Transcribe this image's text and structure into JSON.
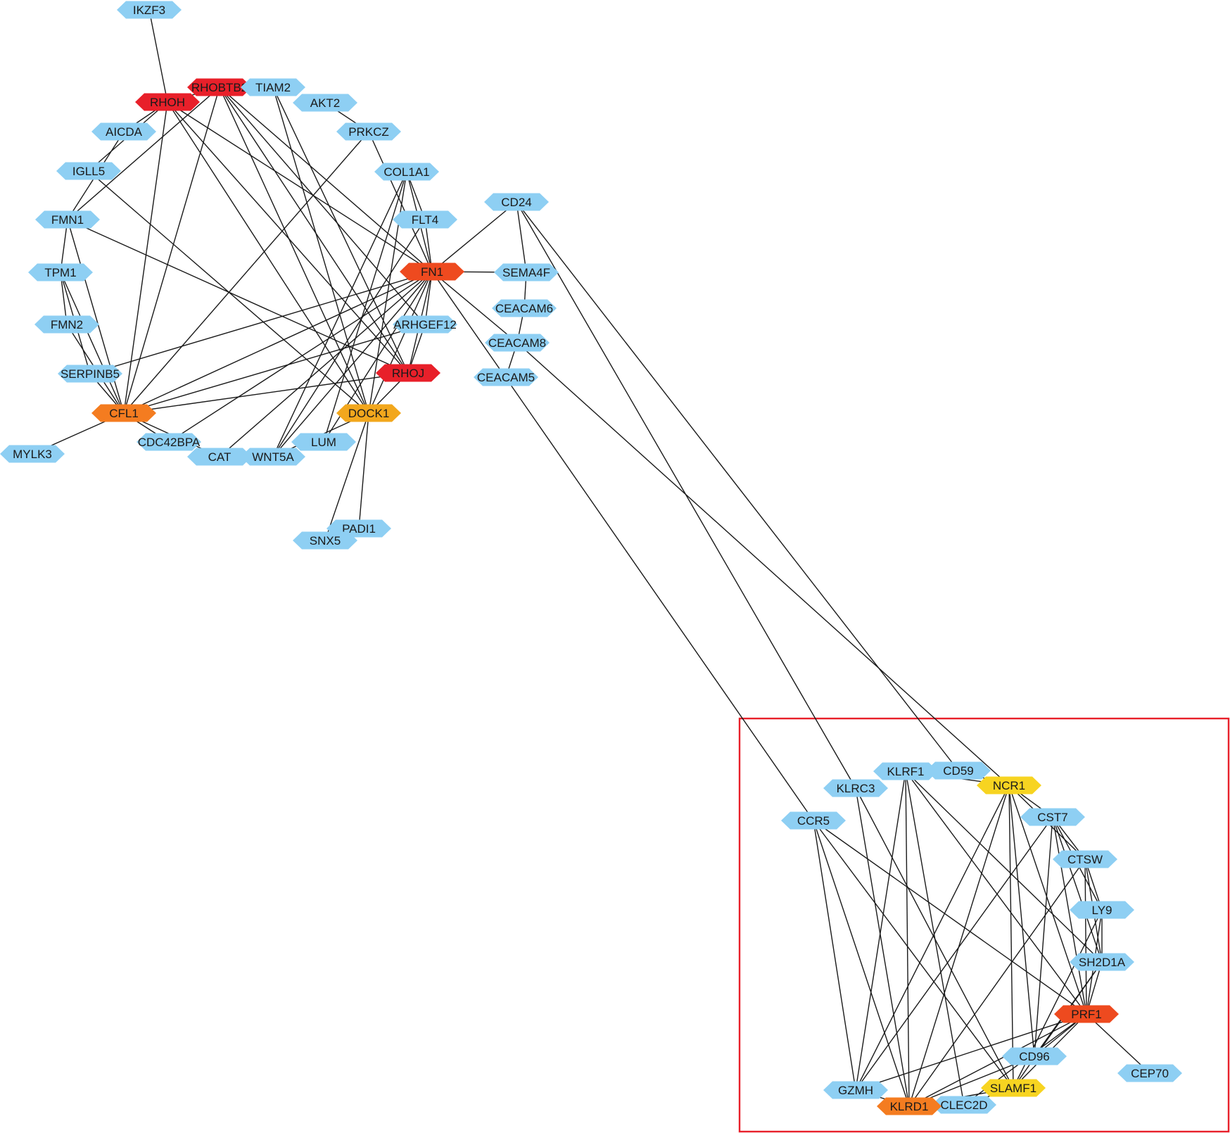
{
  "colors": {
    "default": "#8ecff3",
    "red": "#e8202a",
    "red-orange": "#ee4a1f",
    "orange": "#f47c20",
    "amber": "#f2a71d",
    "yellow": "#f7d421",
    "edge": "#1a1a1a",
    "box": "#e8202a"
  },
  "nodes": [
    {
      "id": "IKZF3",
      "label": "IKZF3",
      "color": "default"
    },
    {
      "id": "RHOH",
      "label": "RHOH",
      "color": "red"
    },
    {
      "id": "RHOBTB2",
      "label": "RHOBTB2",
      "color": "red"
    },
    {
      "id": "TIAM2",
      "label": "TIAM2",
      "color": "default"
    },
    {
      "id": "AKT2",
      "label": "AKT2",
      "color": "default"
    },
    {
      "id": "AICDA",
      "label": "AICDA",
      "color": "default"
    },
    {
      "id": "PRKCZ",
      "label": "PRKCZ",
      "color": "default"
    },
    {
      "id": "IGLL5",
      "label": "IGLL5",
      "color": "default"
    },
    {
      "id": "COL1A1",
      "label": "COL1A1",
      "color": "default"
    },
    {
      "id": "CD24",
      "label": "CD24",
      "color": "default"
    },
    {
      "id": "FMN1",
      "label": "FMN1",
      "color": "default"
    },
    {
      "id": "FLT4",
      "label": "FLT4",
      "color": "default"
    },
    {
      "id": "FN1",
      "label": "FN1",
      "color": "red-orange"
    },
    {
      "id": "SEMA4F",
      "label": "SEMA4F",
      "color": "default"
    },
    {
      "id": "TPM1",
      "label": "TPM1",
      "color": "default"
    },
    {
      "id": "CEACAM6",
      "label": "CEACAM6",
      "color": "default"
    },
    {
      "id": "FMN2",
      "label": "FMN2",
      "color": "default"
    },
    {
      "id": "ARHGEF12",
      "label": "ARHGEF12",
      "color": "default"
    },
    {
      "id": "CEACAM8",
      "label": "CEACAM8",
      "color": "default"
    },
    {
      "id": "SERPINB5",
      "label": "SERPINB5",
      "color": "default"
    },
    {
      "id": "RHOJ",
      "label": "RHOJ",
      "color": "red"
    },
    {
      "id": "CEACAM5",
      "label": "CEACAM5",
      "color": "default"
    },
    {
      "id": "CFL1",
      "label": "CFL1",
      "color": "orange"
    },
    {
      "id": "DOCK1",
      "label": "DOCK1",
      "color": "amber"
    },
    {
      "id": "CDC42BPA",
      "label": "CDC42BPA",
      "color": "default"
    },
    {
      "id": "LUM",
      "label": "LUM",
      "color": "default"
    },
    {
      "id": "MYLK3",
      "label": "MYLK3",
      "color": "default"
    },
    {
      "id": "CAT",
      "label": "CAT",
      "color": "default"
    },
    {
      "id": "WNT5A",
      "label": "WNT5A",
      "color": "default"
    },
    {
      "id": "PADI1",
      "label": "PADI1",
      "color": "default"
    },
    {
      "id": "SNX5",
      "label": "SNX5",
      "color": "default"
    },
    {
      "id": "KLRF1",
      "label": "KLRF1",
      "color": "default"
    },
    {
      "id": "CD59",
      "label": "CD59",
      "color": "default"
    },
    {
      "id": "NCR1",
      "label": "NCR1",
      "color": "yellow"
    },
    {
      "id": "KLRC3",
      "label": "KLRC3",
      "color": "default"
    },
    {
      "id": "CCR5",
      "label": "CCR5",
      "color": "default"
    },
    {
      "id": "CST7",
      "label": "CST7",
      "color": "default"
    },
    {
      "id": "CTSW",
      "label": "CTSW",
      "color": "default"
    },
    {
      "id": "LY9",
      "label": "LY9",
      "color": "default"
    },
    {
      "id": "SH2D1A",
      "label": "SH2D1A",
      "color": "default"
    },
    {
      "id": "PRF1",
      "label": "PRF1",
      "color": "red-orange"
    },
    {
      "id": "CD96",
      "label": "CD96",
      "color": "default"
    },
    {
      "id": "CEP70",
      "label": "CEP70",
      "color": "default"
    },
    {
      "id": "SLAMF1",
      "label": "SLAMF1",
      "color": "yellow"
    },
    {
      "id": "GZMH",
      "label": "GZMH",
      "color": "default"
    },
    {
      "id": "CLEC2D",
      "label": "CLEC2D",
      "color": "default"
    },
    {
      "id": "KLRD1",
      "label": "KLRD1",
      "color": "orange"
    }
  ],
  "edges": [
    [
      "IKZF3",
      "RHOH"
    ],
    [
      "RHOH",
      "RHOBTB2"
    ],
    [
      "RHOH",
      "AICDA"
    ],
    [
      "RHOH",
      "IGLL5"
    ],
    [
      "RHOH",
      "CFL1"
    ],
    [
      "RHOH",
      "FN1"
    ],
    [
      "RHOH",
      "RHOJ"
    ],
    [
      "RHOH",
      "DOCK1"
    ],
    [
      "RHOBTB2",
      "FMN1"
    ],
    [
      "RHOBTB2",
      "CFL1"
    ],
    [
      "RHOBTB2",
      "FN1"
    ],
    [
      "RHOBTB2",
      "ARHGEF12"
    ],
    [
      "RHOBTB2",
      "RHOJ"
    ],
    [
      "RHOBTB2",
      "DOCK1"
    ],
    [
      "RHOBTB2",
      "TIAM2"
    ],
    [
      "TIAM2",
      "RHOJ"
    ],
    [
      "TIAM2",
      "DOCK1"
    ],
    [
      "AKT2",
      "PRKCZ"
    ],
    [
      "PRKCZ",
      "CFL1"
    ],
    [
      "PRKCZ",
      "FN1"
    ],
    [
      "AICDA",
      "FMN1"
    ],
    [
      "IGLL5",
      "DOCK1"
    ],
    [
      "FMN1",
      "TPM1"
    ],
    [
      "FMN1",
      "CFL1"
    ],
    [
      "FMN1",
      "RHOJ"
    ],
    [
      "TPM1",
      "FMN2"
    ],
    [
      "TPM1",
      "SERPINB5"
    ],
    [
      "TPM1",
      "CFL1"
    ],
    [
      "FMN2",
      "CFL1"
    ],
    [
      "SERPINB5",
      "CFL1"
    ],
    [
      "CFL1",
      "MYLK3"
    ],
    [
      "CFL1",
      "CDC42BPA"
    ],
    [
      "CFL1",
      "CAT"
    ],
    [
      "CFL1",
      "FN1"
    ],
    [
      "CFL1",
      "RHOJ"
    ],
    [
      "CFL1",
      "ARHGEF12"
    ],
    [
      "FN1",
      "SERPINB5"
    ],
    [
      "FN1",
      "CDC42BPA"
    ],
    [
      "FN1",
      "CAT"
    ],
    [
      "FN1",
      "WNT5A"
    ],
    [
      "FN1",
      "LUM"
    ],
    [
      "FN1",
      "DOCK1"
    ],
    [
      "FN1",
      "RHOJ"
    ],
    [
      "FN1",
      "ARHGEF12"
    ],
    [
      "FN1",
      "FLT4"
    ],
    [
      "FN1",
      "COL1A1"
    ],
    [
      "FN1",
      "CD24"
    ],
    [
      "FN1",
      "SEMA4F"
    ],
    [
      "FN1",
      "CEACAM8"
    ],
    [
      "FN1",
      "CCR5"
    ],
    [
      "COL1A1",
      "FLT4"
    ],
    [
      "COL1A1",
      "WNT5A"
    ],
    [
      "COL1A1",
      "LUM"
    ],
    [
      "COL1A1",
      "DOCK1"
    ],
    [
      "FLT4",
      "WNT5A"
    ],
    [
      "ARHGEF12",
      "RHOJ"
    ],
    [
      "RHOJ",
      "DOCK1"
    ],
    [
      "DOCK1",
      "WNT5A"
    ],
    [
      "DOCK1",
      "PADI1"
    ],
    [
      "DOCK1",
      "SNX5"
    ],
    [
      "CD24",
      "SEMA4F"
    ],
    [
      "CD24",
      "KLRC3"
    ],
    [
      "CD24",
      "CD59"
    ],
    [
      "SEMA4F",
      "CEACAM6"
    ],
    [
      "CEACAM6",
      "CEACAM8"
    ],
    [
      "CEACAM8",
      "CEACAM5"
    ],
    [
      "CEACAM8",
      "NCR1"
    ],
    [
      "KLRF1",
      "CD59"
    ],
    [
      "KLRF1",
      "NCR1"
    ],
    [
      "KLRF1",
      "GZMH"
    ],
    [
      "KLRF1",
      "KLRD1"
    ],
    [
      "KLRF1",
      "CLEC2D"
    ],
    [
      "KLRF1",
      "PRF1"
    ],
    [
      "KLRF1",
      "SH2D1A"
    ],
    [
      "CD59",
      "NCR1"
    ],
    [
      "KLRC3",
      "KLRD1"
    ],
    [
      "KLRC3",
      "SLAMF1"
    ],
    [
      "CCR5",
      "GZMH"
    ],
    [
      "CCR5",
      "KLRD1"
    ],
    [
      "CCR5",
      "SLAMF1"
    ],
    [
      "CCR5",
      "PRF1"
    ],
    [
      "NCR1",
      "CST7"
    ],
    [
      "NCR1",
      "CTSW"
    ],
    [
      "NCR1",
      "PRF1"
    ],
    [
      "NCR1",
      "CD96"
    ],
    [
      "NCR1",
      "SLAMF1"
    ],
    [
      "NCR1",
      "KLRD1"
    ],
    [
      "NCR1",
      "GZMH"
    ],
    [
      "CST7",
      "CTSW"
    ],
    [
      "CST7",
      "LY9"
    ],
    [
      "CST7",
      "SH2D1A"
    ],
    [
      "CST7",
      "PRF1"
    ],
    [
      "CST7",
      "GZMH"
    ],
    [
      "CST7",
      "CD96"
    ],
    [
      "CTSW",
      "LY9"
    ],
    [
      "CTSW",
      "SH2D1A"
    ],
    [
      "CTSW",
      "PRF1"
    ],
    [
      "CTSW",
      "KLRD1"
    ],
    [
      "LY9",
      "SH2D1A"
    ],
    [
      "LY9",
      "PRF1"
    ],
    [
      "LY9",
      "SLAMF1"
    ],
    [
      "SH2D1A",
      "PRF1"
    ],
    [
      "SH2D1A",
      "SLAMF1"
    ],
    [
      "SH2D1A",
      "CD96"
    ],
    [
      "PRF1",
      "CEP70"
    ],
    [
      "PRF1",
      "GZMH"
    ],
    [
      "PRF1",
      "KLRD1"
    ],
    [
      "PRF1",
      "CD96"
    ],
    [
      "PRF1",
      "SLAMF1"
    ],
    [
      "PRF1",
      "CLEC2D"
    ],
    [
      "CD96",
      "KLRD1"
    ],
    [
      "SLAMF1",
      "KLRD1"
    ],
    [
      "SLAMF1",
      "CLEC2D"
    ],
    [
      "GZMH",
      "KLRD1"
    ],
    [
      "KLRD1",
      "CLEC2D"
    ]
  ]
}
